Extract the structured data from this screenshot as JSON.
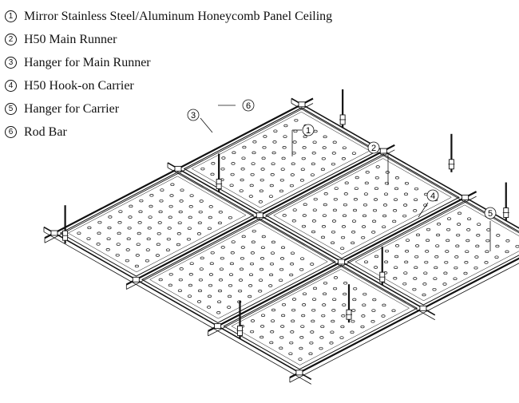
{
  "legend": [
    {
      "num": "1",
      "label": "Mirror Stainless Steel/Aluminum Honeycomb Panel Ceiling"
    },
    {
      "num": "2",
      "label": "H50 Main Runner"
    },
    {
      "num": "3",
      "label": "Hanger for Main Runner"
    },
    {
      "num": "4",
      "label": "H50 Hook-on Carrier"
    },
    {
      "num": "5",
      "label": "Hanger for Carrier"
    },
    {
      "num": "6",
      "label": "Rod Bar"
    }
  ],
  "callouts": [
    "1",
    "2",
    "3",
    "4",
    "5",
    "6"
  ],
  "colors": {
    "line": "#111111",
    "panel": "#ffffff",
    "hole": "#111111"
  }
}
